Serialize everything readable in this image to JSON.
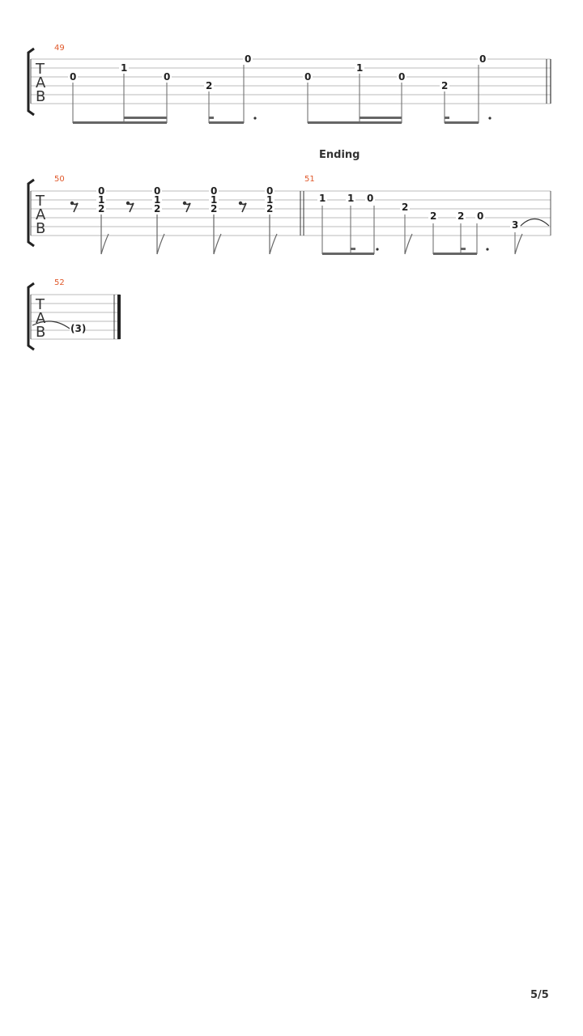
{
  "section_label": "Ending",
  "tab_clef": {
    "t": "T",
    "a": "A",
    "b": "B"
  },
  "measures": [
    {
      "number": "49",
      "frets": [
        "0",
        "1",
        "0",
        "2",
        "0",
        "0",
        "1",
        "0",
        "2",
        "0"
      ]
    },
    {
      "number": "50",
      "frets": [
        "0",
        "1",
        "2",
        "0",
        "1",
        "2",
        "0",
        "1",
        "2",
        "0",
        "1",
        "2"
      ]
    },
    {
      "number": "51",
      "frets": [
        "1",
        "1",
        "0",
        "2",
        "2",
        "2",
        "0",
        "3"
      ]
    },
    {
      "number": "52",
      "frets": [
        "(3)"
      ]
    }
  ],
  "page_number": "5/5"
}
